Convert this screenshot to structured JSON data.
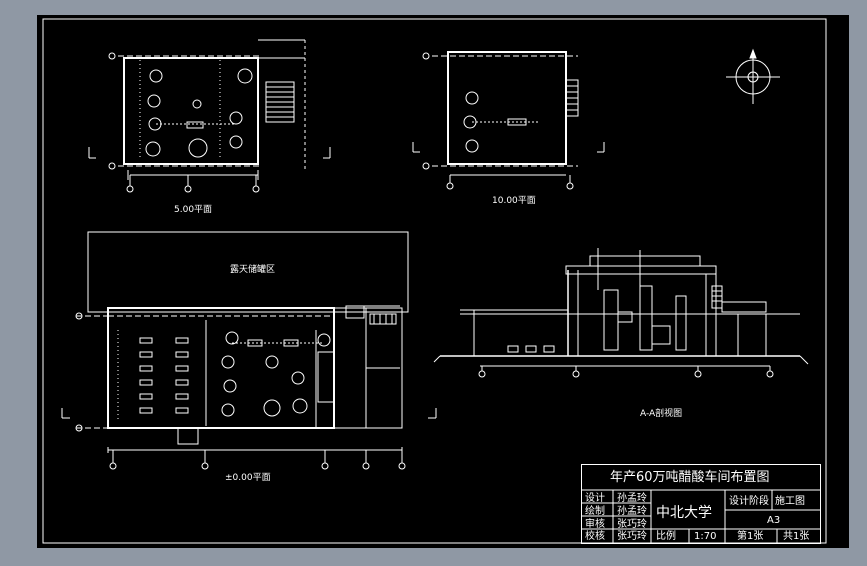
{
  "views": {
    "plan_5": "5.00平面",
    "plan_10": "10.00平面",
    "plan_0": "±0.00平面",
    "section": "A-A剖视图",
    "open_area": "露天储罐区"
  },
  "title_block": {
    "title": "年产60万吨醋酸车间布置图",
    "rows": [
      {
        "role": "设计",
        "name": "孙孟玲"
      },
      {
        "role": "绘制",
        "name": "孙孟玲"
      },
      {
        "role": "审核",
        "name": "张巧玲"
      },
      {
        "role": "校核",
        "name": "张巧玲"
      }
    ],
    "school": "中北大学",
    "stage_label": "设计阶段",
    "stage_value": "施工图",
    "paper": "A3",
    "scale_label": "比例",
    "scale_value": "1:70",
    "sheet_no": "第1张",
    "sheet_total": "共1张"
  },
  "colors": {
    "background": "#8f98a4",
    "paper": "#000000",
    "line": "#ffffff"
  }
}
